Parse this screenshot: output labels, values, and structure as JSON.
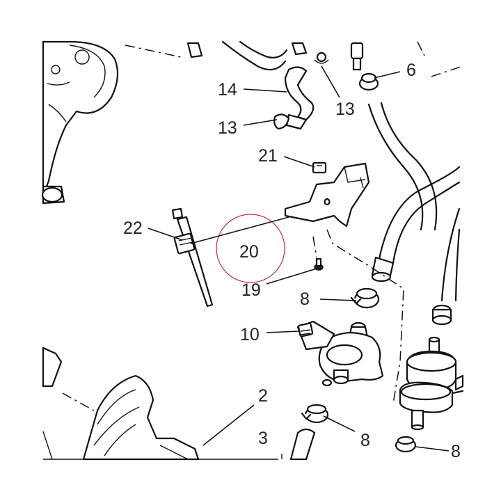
{
  "callouts": {
    "c2": "2",
    "c3": "3",
    "c6": "6",
    "c8a": "8",
    "c8b": "8",
    "c8c": "8",
    "c10": "10",
    "c13a": "13",
    "c13b": "13",
    "c14": "14",
    "c19": "19",
    "c20": "20",
    "c21": "21",
    "c22": "22"
  },
  "colors": {
    "line": "#111111",
    "highlight_circle": "#c0304a",
    "background": "#ffffff"
  }
}
